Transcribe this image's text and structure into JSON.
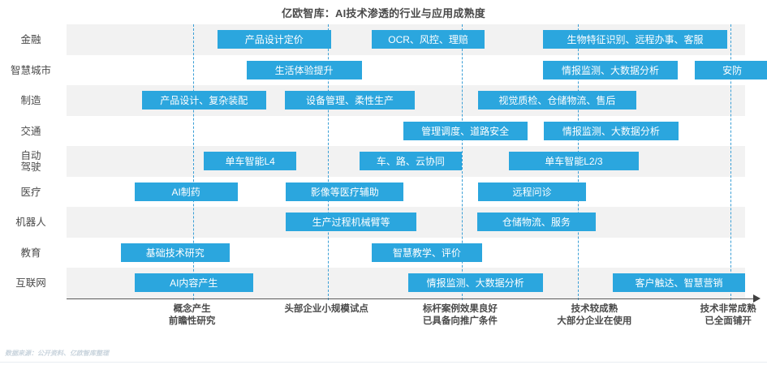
{
  "title": "亿欧智库：AI技术渗透的行业与应用成熟度",
  "source_note": "数据来源：公开资料、亿欧智库整理",
  "colors": {
    "bar": "#2ba6de",
    "row_alt": "#f2f2f2",
    "gridline": "#3a9fd6",
    "text": "#4a4a4a"
  },
  "chart_data": {
    "type": "bar",
    "title": "亿欧智库：AI技术渗透的行业与应用成熟度",
    "xlabel": "",
    "ylabel": "",
    "grid": true,
    "legend": "none",
    "x_stages": [
      "概念产生\n前瞻性研究",
      "头部企业小规模试点",
      "标杆案例效果良好\n已具备向推广条件",
      "技术较成熟\n大部分企业在使用",
      "技术非常成熟\n已全面铺开"
    ],
    "x_stage_labels": [
      {
        "line1": "概念产生",
        "line2": "前瞻性研究",
        "center_pct": 18.5
      },
      {
        "line1": "头部企业小规模试点",
        "line2": "",
        "center_pct": 38.3
      },
      {
        "line1": "标杆案例效果良好",
        "line2": "已具备向推广条件",
        "center_pct": 58.0
      },
      {
        "line1": "技术较成熟",
        "line2": "大部分企业在使用",
        "center_pct": 77.8
      },
      {
        "line1": "技术非常成熟",
        "line2": "已全面铺开",
        "center_pct": 97.5
      }
    ],
    "gridlines_pct": [
      18.7,
      38.5,
      58.3,
      75.4,
      97.8
    ],
    "categories": [
      "金融",
      "智慧城市",
      "制造",
      "交通",
      "自动驾驶",
      "医疗",
      "机器人",
      "教育",
      "互联网"
    ],
    "rows": [
      {
        "label": "金融",
        "label_lines": [
          "金融"
        ],
        "bars": [
          {
            "text": "产品设计定价",
            "start_pct": 22.2,
            "width_pct": 16.8
          },
          {
            "text": "OCR、风控、理赔",
            "start_pct": 45.0,
            "width_pct": 16.6
          },
          {
            "text": "生物特征识别、远程办事、客服",
            "start_pct": 70.2,
            "width_pct": 27.2
          }
        ]
      },
      {
        "label": "智慧城市",
        "label_lines": [
          "智慧城市"
        ],
        "bars": [
          {
            "text": "生活体验提升",
            "start_pct": 26.5,
            "width_pct": 17.0
          },
          {
            "text": "情报监测、大数据分析",
            "start_pct": 70.2,
            "width_pct": 19.9
          },
          {
            "text": "安防",
            "start_pct": 92.6,
            "width_pct": 11.0
          }
        ]
      },
      {
        "label": "制造",
        "label_lines": [
          "制造"
        ],
        "bars": [
          {
            "text": "产品设计、复杂装配",
            "start_pct": 11.1,
            "width_pct": 18.3
          },
          {
            "text": "设备管理、柔性生产",
            "start_pct": 32.2,
            "width_pct": 19.1
          },
          {
            "text": "视觉质检、仓储物流、售后",
            "start_pct": 60.6,
            "width_pct": 23.4
          }
        ]
      },
      {
        "label": "交通",
        "label_lines": [
          "交通"
        ],
        "bars": [
          {
            "text": "管理调度、道路安全",
            "start_pct": 49.6,
            "width_pct": 18.3
          },
          {
            "text": "情报监测、大数据分析",
            "start_pct": 70.3,
            "width_pct": 19.9
          }
        ]
      },
      {
        "label": "自动驾驶",
        "label_lines": [
          "自动",
          "驾驶"
        ],
        "bars": [
          {
            "text": "单车智能L4",
            "start_pct": 20.2,
            "width_pct": 13.7
          },
          {
            "text": "车、路、云协同",
            "start_pct": 43.2,
            "width_pct": 15.0
          },
          {
            "text": "单车智能L2/3",
            "start_pct": 65.2,
            "width_pct": 19.1
          }
        ]
      },
      {
        "label": "医疗",
        "label_lines": [
          "医疗"
        ],
        "bars": [
          {
            "text": "AI制药",
            "start_pct": 10.0,
            "width_pct": 15.2
          },
          {
            "text": "影像等医疗辅助",
            "start_pct": 32.3,
            "width_pct": 17.4
          },
          {
            "text": "远程问诊",
            "start_pct": 60.6,
            "width_pct": 16.0
          }
        ]
      },
      {
        "label": "机器人",
        "label_lines": [
          "机器人"
        ],
        "bars": [
          {
            "text": "生产过程机械臂等",
            "start_pct": 32.3,
            "width_pct": 19.3
          },
          {
            "text": "仓储物流、服务",
            "start_pct": 60.5,
            "width_pct": 17.5
          }
        ]
      },
      {
        "label": "教育",
        "label_lines": [
          "教育"
        ],
        "bars": [
          {
            "text": "基础技术研究",
            "start_pct": 8.0,
            "width_pct": 16.0
          },
          {
            "text": "智慧教学、评价",
            "start_pct": 45.0,
            "width_pct": 16.2
          }
        ]
      },
      {
        "label": "互联网",
        "label_lines": [
          "互联网"
        ],
        "bars": [
          {
            "text": "AI内容产生",
            "start_pct": 10.0,
            "width_pct": 17.5
          },
          {
            "text": "情报监测、大数据分析",
            "start_pct": 50.3,
            "width_pct": 19.9
          },
          {
            "text": "客户触达、智慧营销",
            "start_pct": 80.5,
            "width_pct": 19.5
          }
        ]
      }
    ]
  }
}
